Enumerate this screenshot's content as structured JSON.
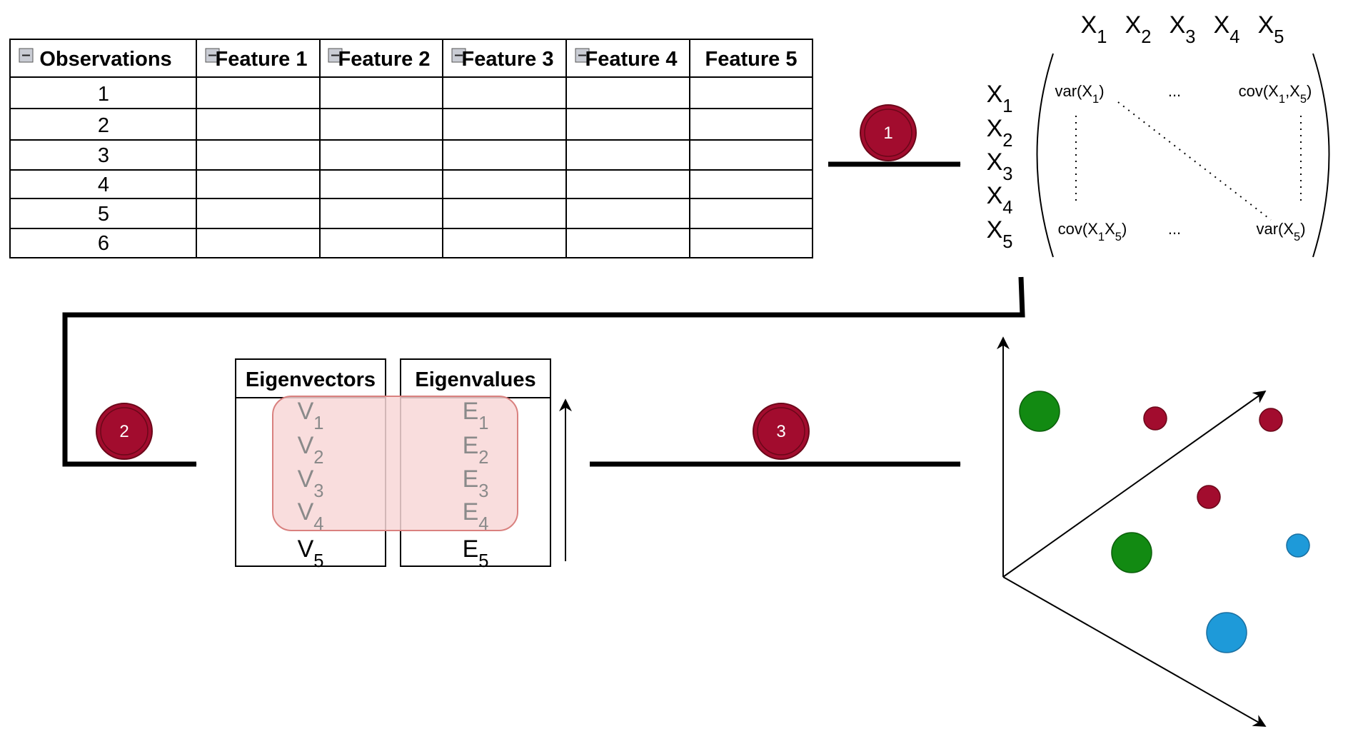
{
  "step1": {
    "table": {
      "headers": [
        "Observations",
        "Feature 1",
        "Feature 2",
        "Feature 3",
        "Feature 4",
        "Feature 5"
      ],
      "rows": [
        "1",
        "2",
        "3",
        "4",
        "5",
        "6"
      ]
    },
    "badge": "1"
  },
  "covariance_matrix": {
    "column_labels": [
      "X1",
      "X2",
      "X3",
      "X4",
      "X5"
    ],
    "row_labels": [
      "X1",
      "X2",
      "X3",
      "X4",
      "X5"
    ],
    "top_left": "var(X1)",
    "top_middle": "...",
    "top_right": "cov(X1,X5)",
    "bottom_left": "cov(X1X5)",
    "bottom_middle": "...",
    "bottom_right": "var(X5)"
  },
  "step2": {
    "badge": "2",
    "eigenvectors_header": "Eigenvectors",
    "eigenvalues_header": "Eigenvalues",
    "eigenvectors": [
      "V1",
      "V2",
      "V3",
      "V4",
      "V5"
    ],
    "eigenvalues": [
      "E1",
      "E2",
      "E3",
      "E4",
      "E5"
    ],
    "selected_count": 4,
    "highlight_color": "#f8d7d7"
  },
  "step3": {
    "badge": "3"
  },
  "colors": {
    "badge": "#a20c2e",
    "green": "#128a12",
    "red": "#a20c2e",
    "blue": "#1e9ad9"
  },
  "scatter": {
    "points": [
      {
        "color": "green",
        "size": "large"
      },
      {
        "color": "red",
        "size": "small"
      },
      {
        "color": "red",
        "size": "small"
      },
      {
        "color": "red",
        "size": "small"
      },
      {
        "color": "green",
        "size": "large"
      },
      {
        "color": "blue",
        "size": "small"
      },
      {
        "color": "blue",
        "size": "large"
      }
    ]
  }
}
